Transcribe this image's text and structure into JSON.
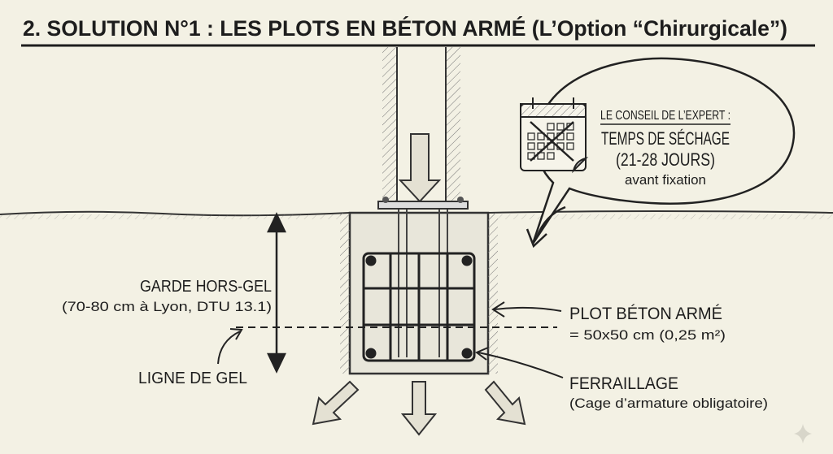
{
  "title": "2. SOLUTION N°1 : LES PLOTS EN BÉTON ARMÉ (L’Option “Chirurgicale”)",
  "callout": {
    "heading": "LE CONSEIL DE L’EXPERT :",
    "line1": "TEMPS DE SÉCHAGE",
    "line2": "(21-28 JOURS)",
    "line3": "avant fixation",
    "icon": "calendar-icon"
  },
  "labels": {
    "frost_guard": "GARDE HORS-GEL",
    "frost_guard_detail": "(70-80 cm à Lyon, DTU 13.1)",
    "frost_line": "LIGNE DE GEL",
    "plot": "PLOT BÉTON ARMÉ",
    "plot_size": "= 50x50 cm (0,25 m²)",
    "rebar": "FERRAILLAGE",
    "rebar_detail": "(Cage d’armature obligatoire)"
  },
  "colors": {
    "background": "#f3f1e4",
    "ink": "#1d1d1d",
    "arrow_fill": "#e4e1d3"
  }
}
